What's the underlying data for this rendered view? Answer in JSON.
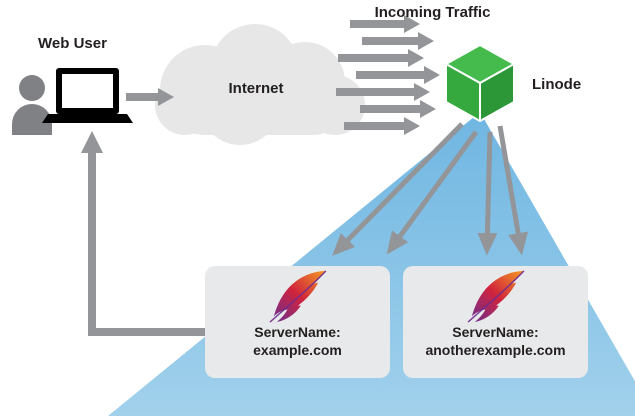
{
  "diagram": {
    "labels": {
      "web_user": "Web User",
      "internet": "Internet",
      "incoming_traffic": "Incoming Traffic",
      "linode": "Linode"
    },
    "servers": [
      {
        "name_label": "ServerName:",
        "domain": "example.com"
      },
      {
        "name_label": "ServerName:",
        "domain": "anotherexample.com"
      }
    ],
    "icons": {
      "user": "person-icon",
      "laptop": "laptop-icon",
      "cloud": "cloud-icon",
      "cube": "linode-cube-icon",
      "feather": "apache-feather-icon"
    },
    "colors": {
      "arrow_gray": "#939598",
      "cloud_gray": "#e7e7e8",
      "linode_green_top": "#45bb4e",
      "linode_green_left": "#35a83e",
      "linode_green_right": "#2c9737",
      "funnel_blue_top": "#6fb6e2",
      "funnel_blue_bottom": "#a2d1ec",
      "card_gray": "#e8e9ea",
      "text_dark": "#231f20",
      "apache_gradient": [
        "#6d2c91",
        "#d0243c",
        "#f59823"
      ]
    }
  }
}
